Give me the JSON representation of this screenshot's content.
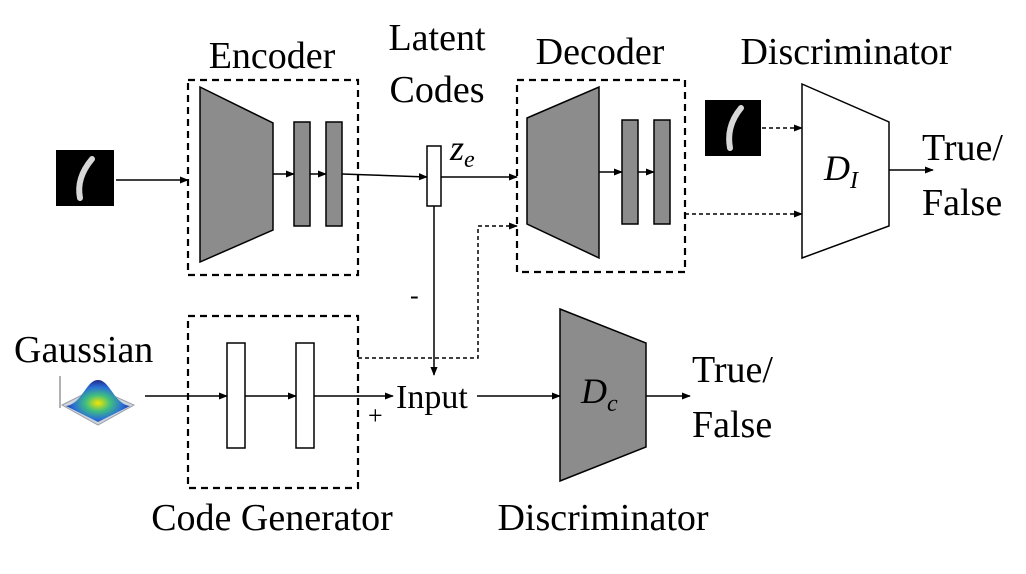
{
  "labels": {
    "encoder": "Encoder",
    "latent_line1": "Latent",
    "latent_line2": "Codes",
    "decoder": "Decoder",
    "discriminator_top": "Discriminator",
    "true_top": "True/",
    "false_top": "False",
    "gaussian": "Gaussian",
    "input": "Input",
    "true_bottom": "True/",
    "false_bottom": "False",
    "code_generator": "Code Generator",
    "discriminator_bottom": "Discriminator",
    "minus_sign": "-",
    "plus_sign": "+"
  },
  "math": {
    "z_main": "z",
    "z_sub": "e",
    "di_main": "D",
    "di_sub": "I",
    "dc_main": "D",
    "dc_sub": "c"
  },
  "colors": {
    "block_fill": "#8c8c8c",
    "line": "#000000",
    "background": "#ffffff"
  }
}
